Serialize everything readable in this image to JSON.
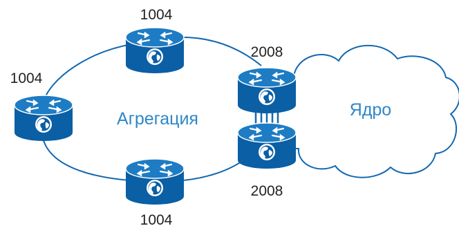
{
  "diagram": {
    "aggregation_label": "Агрегация",
    "core_label": "Ядро",
    "routers": {
      "top": {
        "label": "1004"
      },
      "left": {
        "label": "1004"
      },
      "bottom": {
        "label": "1004"
      },
      "right_upper": {
        "label": "2008"
      },
      "right_lower": {
        "label": "2008"
      }
    }
  },
  "colors": {
    "router_fill": "#0a5fa5",
    "router_top": "#1d7cc4",
    "router_dark": "#07497f",
    "link": "#1268b0",
    "cloud_stroke": "#1268b0",
    "area_text": "#2f86c8"
  },
  "icons": {
    "router": "router-icon",
    "globe": "globe-icon",
    "cloud": "cloud-icon"
  }
}
